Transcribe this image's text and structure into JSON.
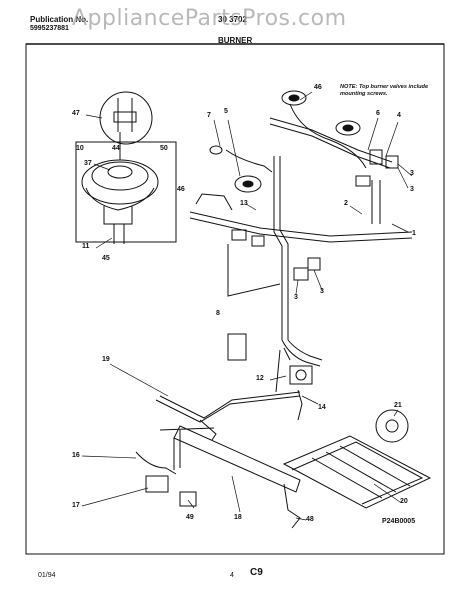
{
  "header": {
    "publication_label": "Publication No.",
    "publication_number": "5995237881",
    "model": "30 3702",
    "section_title": "BURNER",
    "watermark": "AppliancePartsPros.com"
  },
  "note": "NOTE: Top burner valves include mounting screws.",
  "callouts": {
    "c46_top": "46",
    "c47": "47",
    "c10": "10",
    "c37": "37",
    "c44": "44",
    "c50": "50",
    "c11": "11",
    "c45_left": "45",
    "c7": "7",
    "c5": "5",
    "c46_mid": "46",
    "c13": "13",
    "c6": "6",
    "c4": "4",
    "c3_right": "3",
    "c2": "2",
    "c1": "1",
    "c3_mid": "3",
    "c3_mid2": "3",
    "c3_low": "3",
    "c8": "8",
    "c19": "19",
    "c12": "12",
    "c14": "14",
    "c21": "21",
    "c16": "16",
    "c17": "17",
    "c49": "49",
    "c18": "18",
    "c48": "48",
    "c20": "20"
  },
  "diagram_code": "P24B0005",
  "footer": {
    "date": "01/94",
    "page": "4",
    "code": "C9"
  },
  "colors": {
    "ink": "#111111",
    "watermark": "#a5a5a5"
  }
}
